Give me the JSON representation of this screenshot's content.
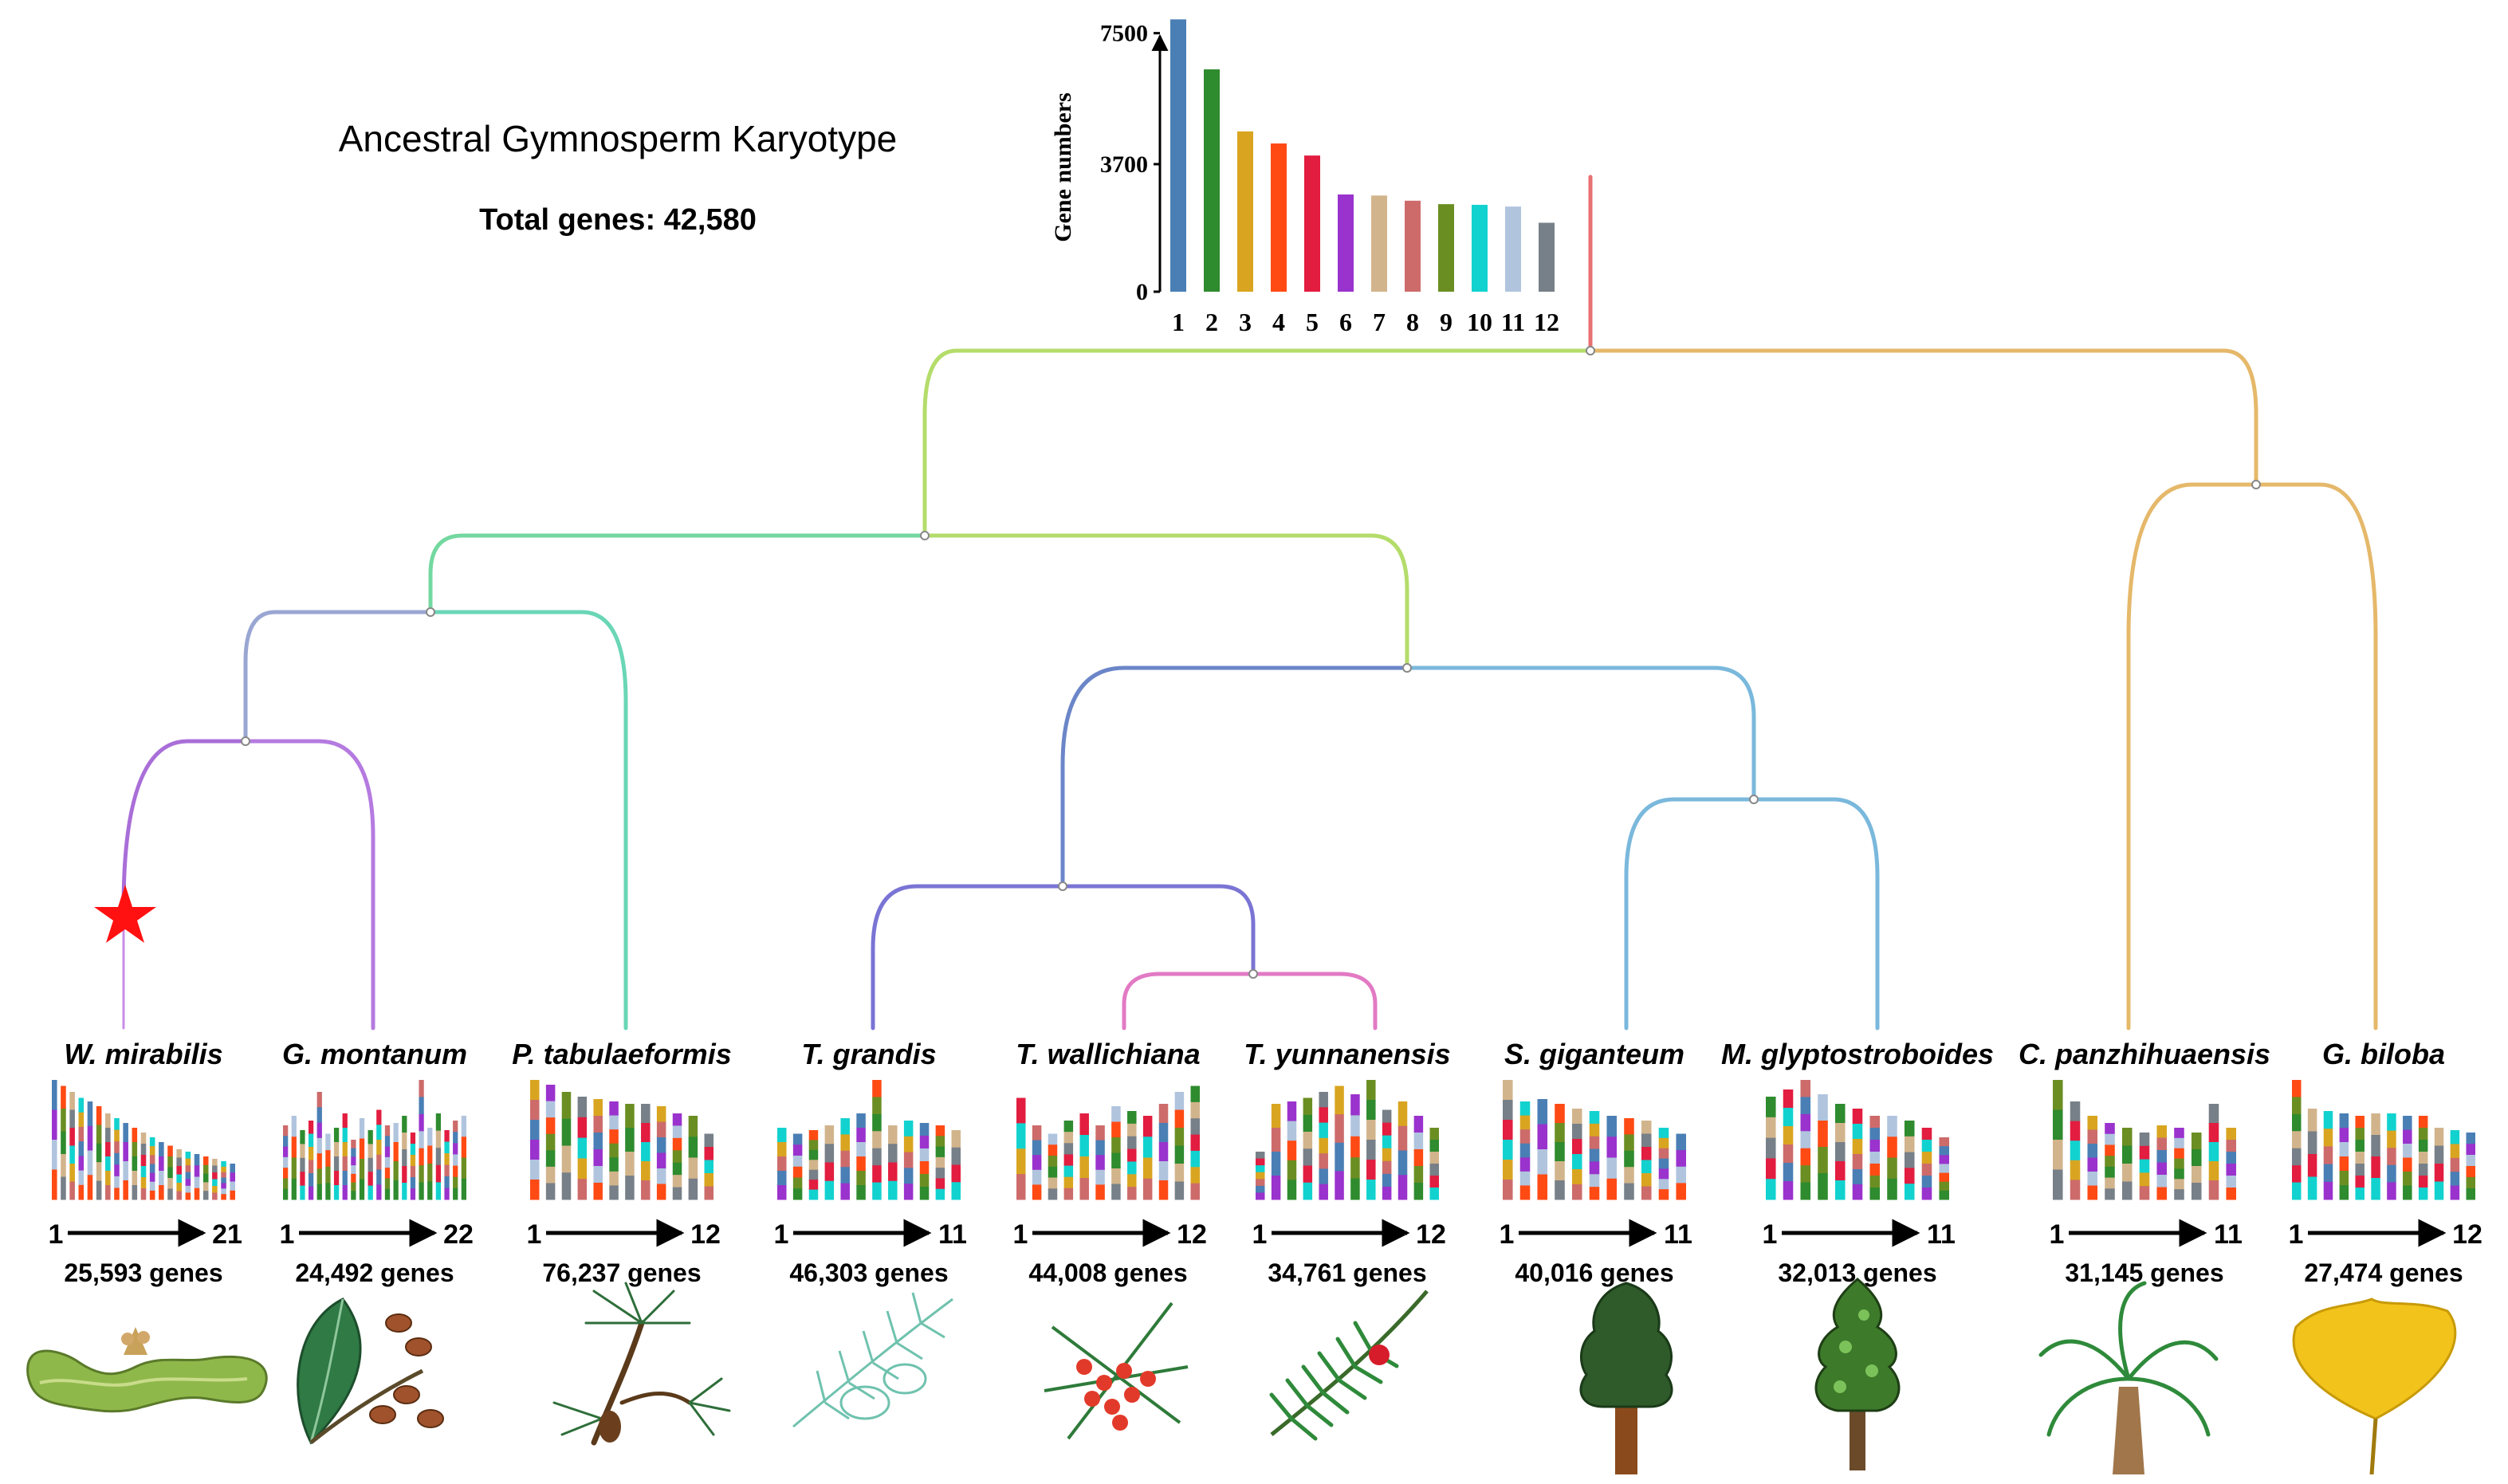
{
  "header": {
    "title": "Ancestral Gymnosperm Karyotype",
    "total_genes": "Total genes: 42,580"
  },
  "chart_data": {
    "type": "bar",
    "ylabel": "Gene numbers",
    "categories": [
      "1",
      "2",
      "3",
      "4",
      "5",
      "6",
      "7",
      "8",
      "9",
      "10",
      "11",
      "12"
    ],
    "values": [
      7900,
      6450,
      4650,
      4300,
      3950,
      2820,
      2790,
      2640,
      2540,
      2520,
      2470,
      2000
    ],
    "yticks": [
      0,
      3700,
      7500
    ],
    "ylim": [
      0,
      8000
    ],
    "colors": [
      "#4a7fb5",
      "#2e8b2e",
      "#d9a520",
      "#ff4a14",
      "#e21d3f",
      "#9a32cd",
      "#d2b48c",
      "#cd6b6b",
      "#6b8e23",
      "#12d2cf",
      "#b0c4de",
      "#778088"
    ]
  },
  "tree": {
    "root_color": "#e87070",
    "star_color": "#ff1111",
    "branch_colors": {
      "wel": "#a96ed8",
      "gne": "#b57be0",
      "gnetales": "#9aa6d2",
      "pinus": "#6ad6b6",
      "conifer2": "#73d8a0",
      "conifers": "#b4dc6a",
      "taxus_grp": "#6b86c8",
      "taxaceae": "#7a74d4",
      "taxus_pair": "#e27ac4",
      "cupress": "#7ab8dc",
      "ginkgo_cycad": "#e5b86a"
    }
  },
  "species": [
    {
      "name": "W. mirabilis",
      "range_start": "1",
      "range_end": "21",
      "genes": "25,593 genes",
      "icon": "welwitschia-icon"
    },
    {
      "name": "G. montanum",
      "range_start": "1",
      "range_end": "22",
      "genes": "24,492 genes",
      "icon": "gnetum-leaf-icon"
    },
    {
      "name": "P. tabulaeformis",
      "range_start": "1",
      "range_end": "12",
      "genes": "76,237 genes",
      "icon": "pine-branch-icon"
    },
    {
      "name": "T. grandis",
      "range_start": "1",
      "range_end": "11",
      "genes": "46,303 genes",
      "icon": "torreya-branch-icon"
    },
    {
      "name": "T. wallichiana",
      "range_start": "1",
      "range_end": "12",
      "genes": "44,008 genes",
      "icon": "yew-berries-icon"
    },
    {
      "name": "T. yunnanensis",
      "range_start": "1",
      "range_end": "12",
      "genes": "34,761 genes",
      "icon": "yew-branch-icon"
    },
    {
      "name": "S. giganteum",
      "range_start": "1",
      "range_end": "11",
      "genes": "40,016 genes",
      "icon": "sequoia-tree-icon"
    },
    {
      "name": "M. glyptostroboides",
      "range_start": "1",
      "range_end": "11",
      "genes": "32,013 genes",
      "icon": "metasequoia-tree-icon"
    },
    {
      "name": "C. panzhihuaensis",
      "range_start": "1",
      "range_end": "11",
      "genes": "31,145 genes",
      "icon": "cycad-palm-icon"
    },
    {
      "name": "G. biloba",
      "range_start": "1",
      "range_end": "12",
      "genes": "27,474 genes",
      "icon": "ginkgo-leaf-icon"
    }
  ],
  "karyotype_bars": [
    [
      1.0,
      0.95,
      0.9,
      0.85,
      0.82,
      0.78,
      0.72,
      0.68,
      0.64,
      0.6,
      0.56,
      0.52,
      0.48,
      0.45,
      0.42,
      0.4,
      0.38,
      0.36,
      0.34,
      0.32,
      0.3
    ],
    [
      0.62,
      0.7,
      0.58,
      0.66,
      0.9,
      0.55,
      0.6,
      0.72,
      0.5,
      0.68,
      0.58,
      0.75,
      0.62,
      0.64,
      0.7,
      0.56,
      1.0,
      0.6,
      0.72,
      0.58,
      0.66,
      0.7
    ],
    [
      1.0,
      0.96,
      0.9,
      0.86,
      0.84,
      0.82,
      0.8,
      0.8,
      0.78,
      0.72,
      0.7,
      0.55
    ],
    [
      0.6,
      0.55,
      0.58,
      0.62,
      0.68,
      0.72,
      1.0,
      0.62,
      0.66,
      0.64,
      0.62,
      0.58
    ],
    [
      0.85,
      0.62,
      0.55,
      0.66,
      0.72,
      0.62,
      0.78,
      0.74,
      0.7,
      0.8,
      0.9,
      0.95
    ],
    [
      0.4,
      0.8,
      0.82,
      0.85,
      0.9,
      0.95,
      0.88,
      1.0,
      0.75,
      0.82,
      0.7,
      0.6
    ],
    [
      1.0,
      0.82,
      0.84,
      0.8,
      0.76,
      0.74,
      0.7,
      0.68,
      0.66,
      0.6,
      0.55
    ],
    [
      0.86,
      0.92,
      1.0,
      0.88,
      0.8,
      0.76,
      0.7,
      0.7,
      0.66,
      0.6,
      0.52
    ],
    [
      1.0,
      0.82,
      0.7,
      0.64,
      0.6,
      0.56,
      0.62,
      0.6,
      0.56,
      0.8,
      0.6
    ],
    [
      1.0,
      0.76,
      0.74,
      0.72,
      0.7,
      0.72,
      0.72,
      0.7,
      0.7,
      0.6,
      0.58,
      0.56
    ]
  ]
}
